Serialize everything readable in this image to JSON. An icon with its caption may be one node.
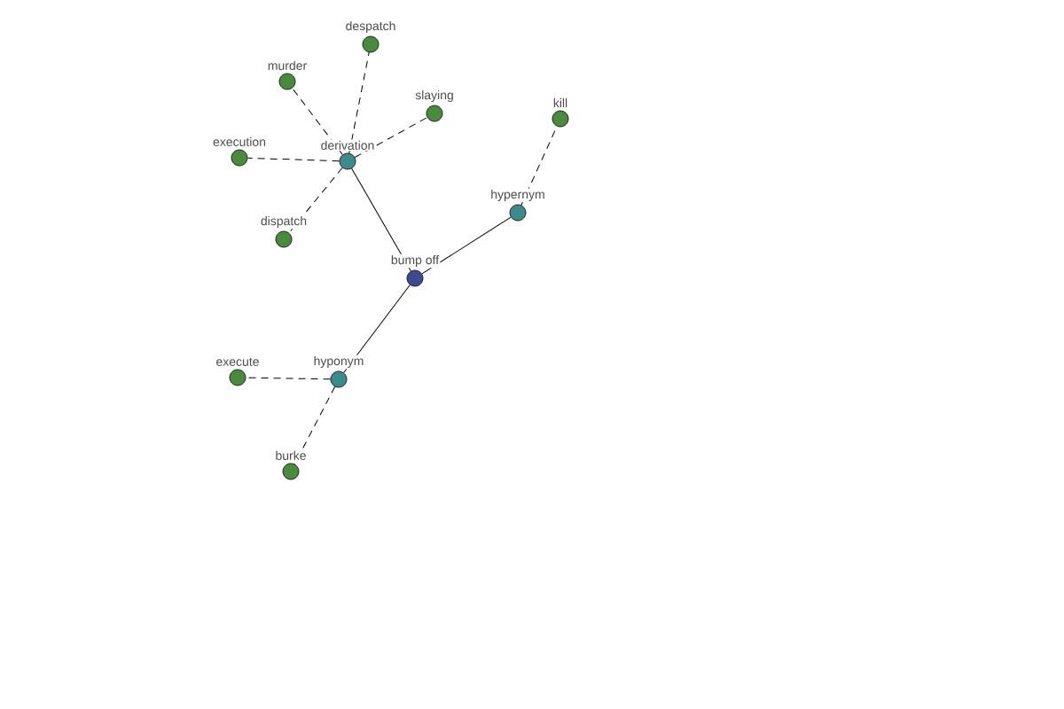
{
  "diagram": {
    "nodes": [
      {
        "text": [
          "bump off"
        ]
      },
      {
        "text": [
          "derivation"
        ]
      },
      {
        "text": [
          "hypernym"
        ]
      },
      {
        "text": [
          "hyponym"
        ]
      },
      {
        "text": [
          "despatch"
        ]
      },
      {
        "text": [
          "murder"
        ]
      },
      {
        "text": [
          "slaying"
        ]
      },
      {
        "text": [
          "execution"
        ]
      },
      {
        "text": [
          "dispatch"
        ]
      },
      {
        "text": [
          "kill"
        ]
      },
      {
        "text": [
          "execute"
        ]
      },
      {
        "text": [
          "burke"
        ]
      }
    ],
    "edges": [
      {
        "from": 0,
        "to": 1,
        "arrow": "none"
      },
      {
        "from": 0,
        "to": 2,
        "arrow": "none"
      },
      {
        "from": 0,
        "to": 3,
        "arrow": "none"
      },
      {
        "from": 1,
        "to": 4,
        "arrow": "none",
        "style": "dashed"
      },
      {
        "from": 1,
        "to": 5,
        "arrow": "none",
        "style": "dashed"
      },
      {
        "from": 1,
        "to": 6,
        "arrow": "none",
        "style": "dashed"
      },
      {
        "from": 1,
        "to": 7,
        "arrow": "none",
        "style": "dashed"
      },
      {
        "from": 1,
        "to": 8,
        "arrow": "none",
        "style": "dashed"
      },
      {
        "from": 2,
        "to": 9,
        "arrow": "none",
        "style": "dashed"
      },
      {
        "from": 3,
        "to": 10,
        "arrow": "none",
        "style": "dashed"
      },
      {
        "from": 3,
        "to": 11,
        "arrow": "none",
        "style": "dashed"
      }
    ]
  }
}
